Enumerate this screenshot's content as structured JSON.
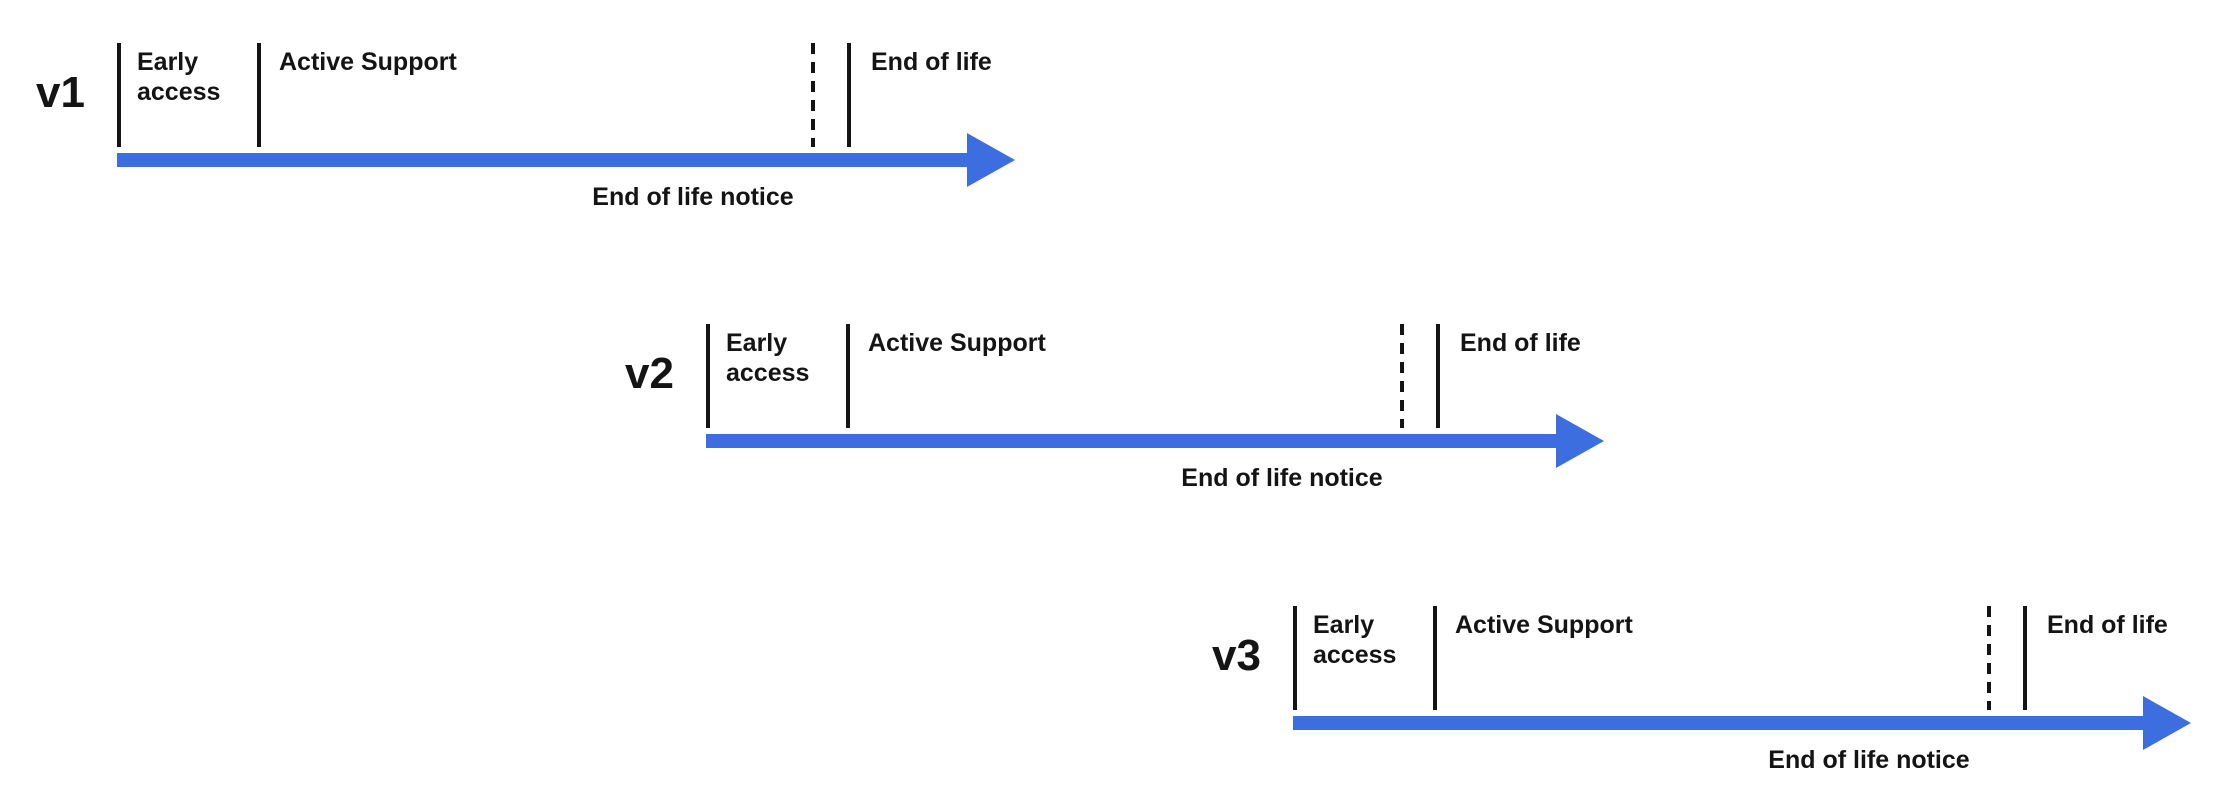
{
  "colors": {
    "arrow": "#3D6EE0",
    "text": "#141414"
  },
  "timelines": [
    {
      "version": "v1",
      "phases": {
        "early_access": "Early access",
        "active_support": "Active Support",
        "end_of_life": "End of life",
        "end_of_life_notice": "End of life notice"
      }
    },
    {
      "version": "v2",
      "phases": {
        "early_access": "Early access",
        "active_support": "Active Support",
        "end_of_life": "End of life",
        "end_of_life_notice": "End of life notice"
      }
    },
    {
      "version": "v3",
      "phases": {
        "early_access": "Early access",
        "active_support": "Active Support",
        "end_of_life": "End of life",
        "end_of_life_notice": "End of life notice"
      }
    }
  ]
}
